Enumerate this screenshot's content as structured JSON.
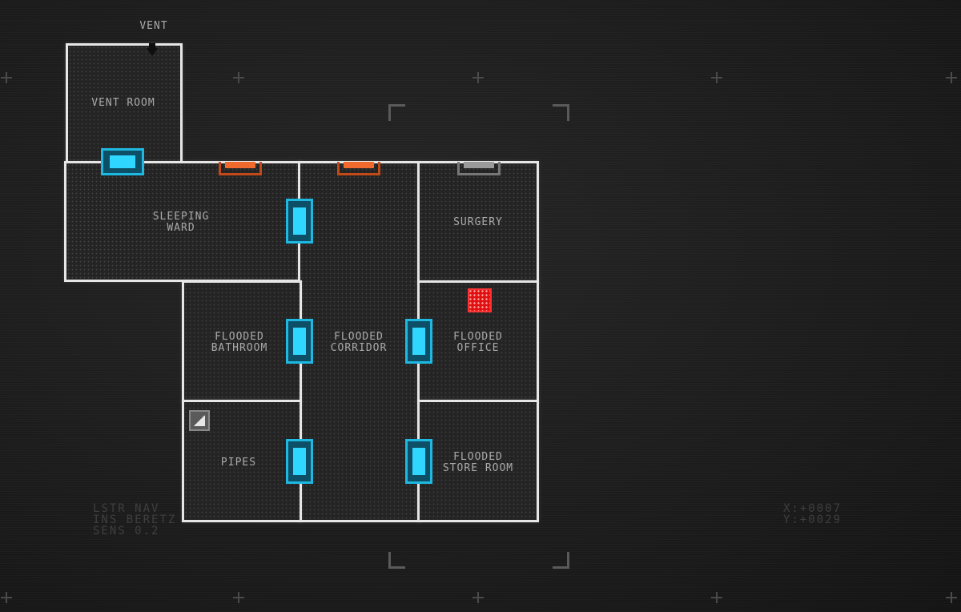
{
  "map": {
    "vent_label": "VENT",
    "rooms": {
      "vent_room": "VENT ROOM",
      "sleeping_ward": "SLEEPING\nWARD",
      "surgery": "SURGERY",
      "flooded_bathroom": "FLOODED\nBATHROOM",
      "flooded_corridor": "FLOODED\nCORRIDOR",
      "flooded_office": "FLOODED\nOFFICE",
      "pipes": "PIPES",
      "flooded_store_room": "FLOODED\nSTORE ROOM"
    }
  },
  "hud": {
    "status_lines": "LSTR NAV\nINS BERETZ\nSENS 0.2",
    "coords": "X:+0007\nY:+0029"
  },
  "colors": {
    "door_open": "#2fd6ff",
    "door_locked": "#f06a2e",
    "door_inactive": "#9a9a9a",
    "alert": "#e01010",
    "wall": "#e6e6e6"
  },
  "icons": {
    "alert": "grid-alert-icon",
    "stairs": "stairs-icon",
    "vent": "vent-marker-icon"
  }
}
